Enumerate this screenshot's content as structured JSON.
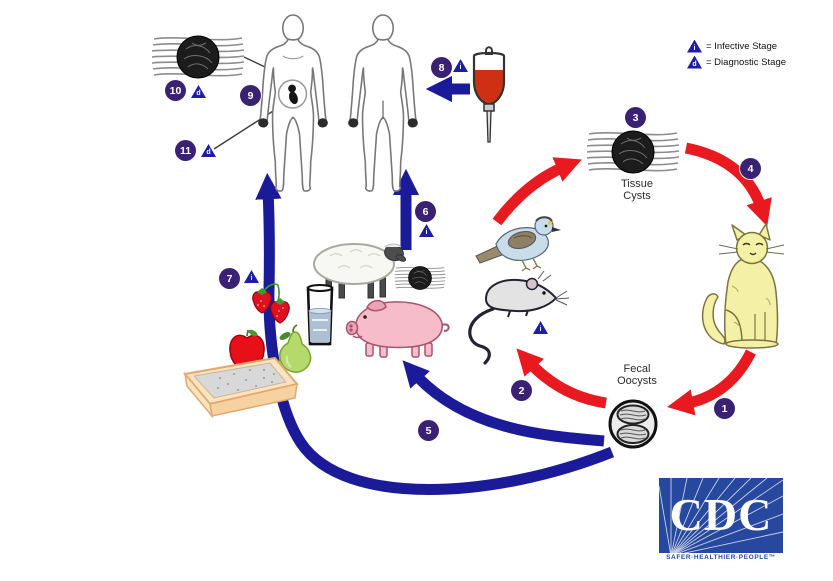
{
  "legend": {
    "infective_letter": "i",
    "diagnostic_letter": "d",
    "infective_label": "= Infective Stage",
    "diagnostic_label": "= Diagnostic Stage"
  },
  "labels": {
    "tissue_cysts_line1": "Tissue",
    "tissue_cysts_line2": "Cysts",
    "fecal_oocysts_line1": "Fecal",
    "fecal_oocysts_line2": "Oocysts"
  },
  "step_numbers": [
    "1",
    "2",
    "3",
    "4",
    "5",
    "6",
    "7",
    "8",
    "9",
    "10",
    "11"
  ],
  "cdc_logo": {
    "acronym": "CDC",
    "tagline": "SAFER·HEALTHIER·PEOPLE™"
  },
  "colors": {
    "cycle_arrow_red": "#E8191F",
    "transmission_arrow_blue": "#1B1B99",
    "step_badge_purple": "#3A2173",
    "stage_triangle_blue": "#1D1DA8",
    "cdc_blue": "#26489E"
  },
  "illustrations": {
    "tissue-cyst": "cyst in striated muscle tissue",
    "fecal-oocyst": "oocyst with two sporocysts",
    "human-front": "human figure front view with fetus",
    "human-back": "human figure back view",
    "cat": "cat (definitive host)",
    "bird": "bird (intermediate host)",
    "mouse": "mouse (intermediate host)",
    "sheep": "sheep (food animal)",
    "pig": "pig (food animal)",
    "strawberries": "strawberries",
    "apple": "apple",
    "pear": "pear",
    "water-glass": "glass of water",
    "litter-box": "cat litter box",
    "blood-bag": "blood transfusion bag"
  }
}
